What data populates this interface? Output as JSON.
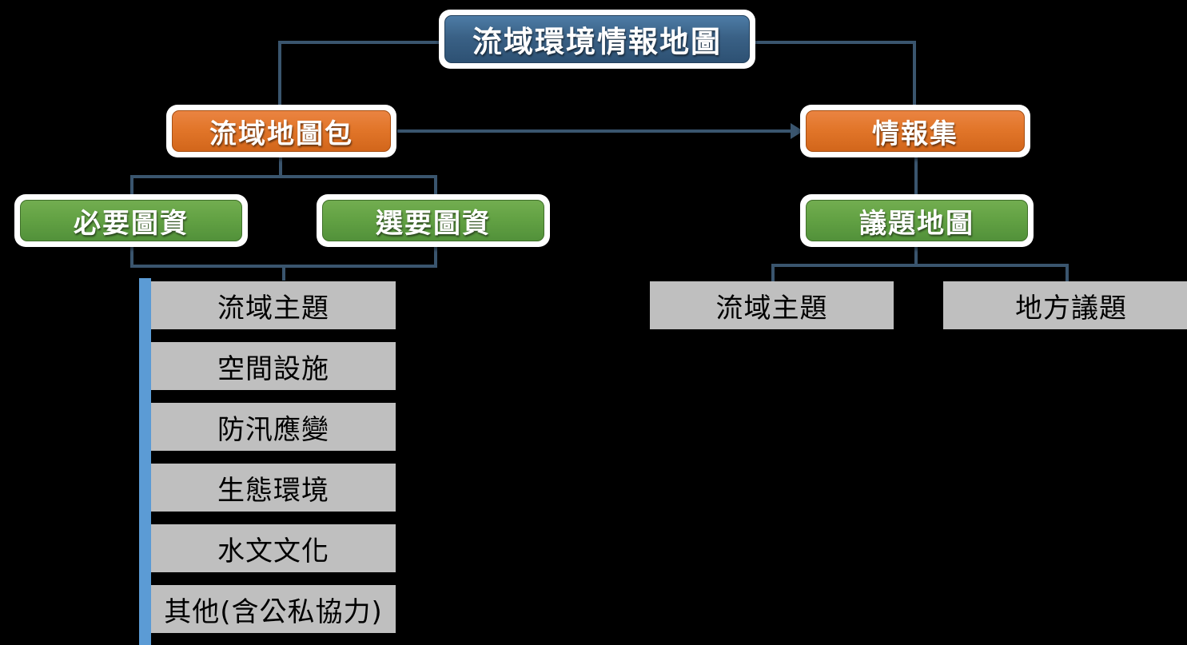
{
  "diagram": {
    "title": "流域環境情報地圖",
    "root": {
      "label": "流域環境情報地圖"
    },
    "level2": [
      {
        "label": "流域地圖包"
      },
      {
        "label": "情報集"
      }
    ],
    "level3": [
      {
        "label": "必要圖資"
      },
      {
        "label": "選要圖資"
      },
      {
        "label": "議題地圖"
      }
    ],
    "map_package_items": [
      {
        "label": "流域主題"
      },
      {
        "label": "空間設施"
      },
      {
        "label": "防汛應變"
      },
      {
        "label": "生態環境"
      },
      {
        "label": "水文文化"
      },
      {
        "label": "其他(含公私協力)"
      }
    ],
    "issue_map_items": [
      {
        "label": "流域主題"
      },
      {
        "label": "地方議題"
      }
    ],
    "colors": {
      "background": "#000000",
      "root_node": "#3a6186",
      "level2_node": "#e2762a",
      "level3_node": "#63a244",
      "leaf_node": "#bfbfbf",
      "accent_bar": "#5b9bd5",
      "connector": "#3a556e"
    }
  }
}
